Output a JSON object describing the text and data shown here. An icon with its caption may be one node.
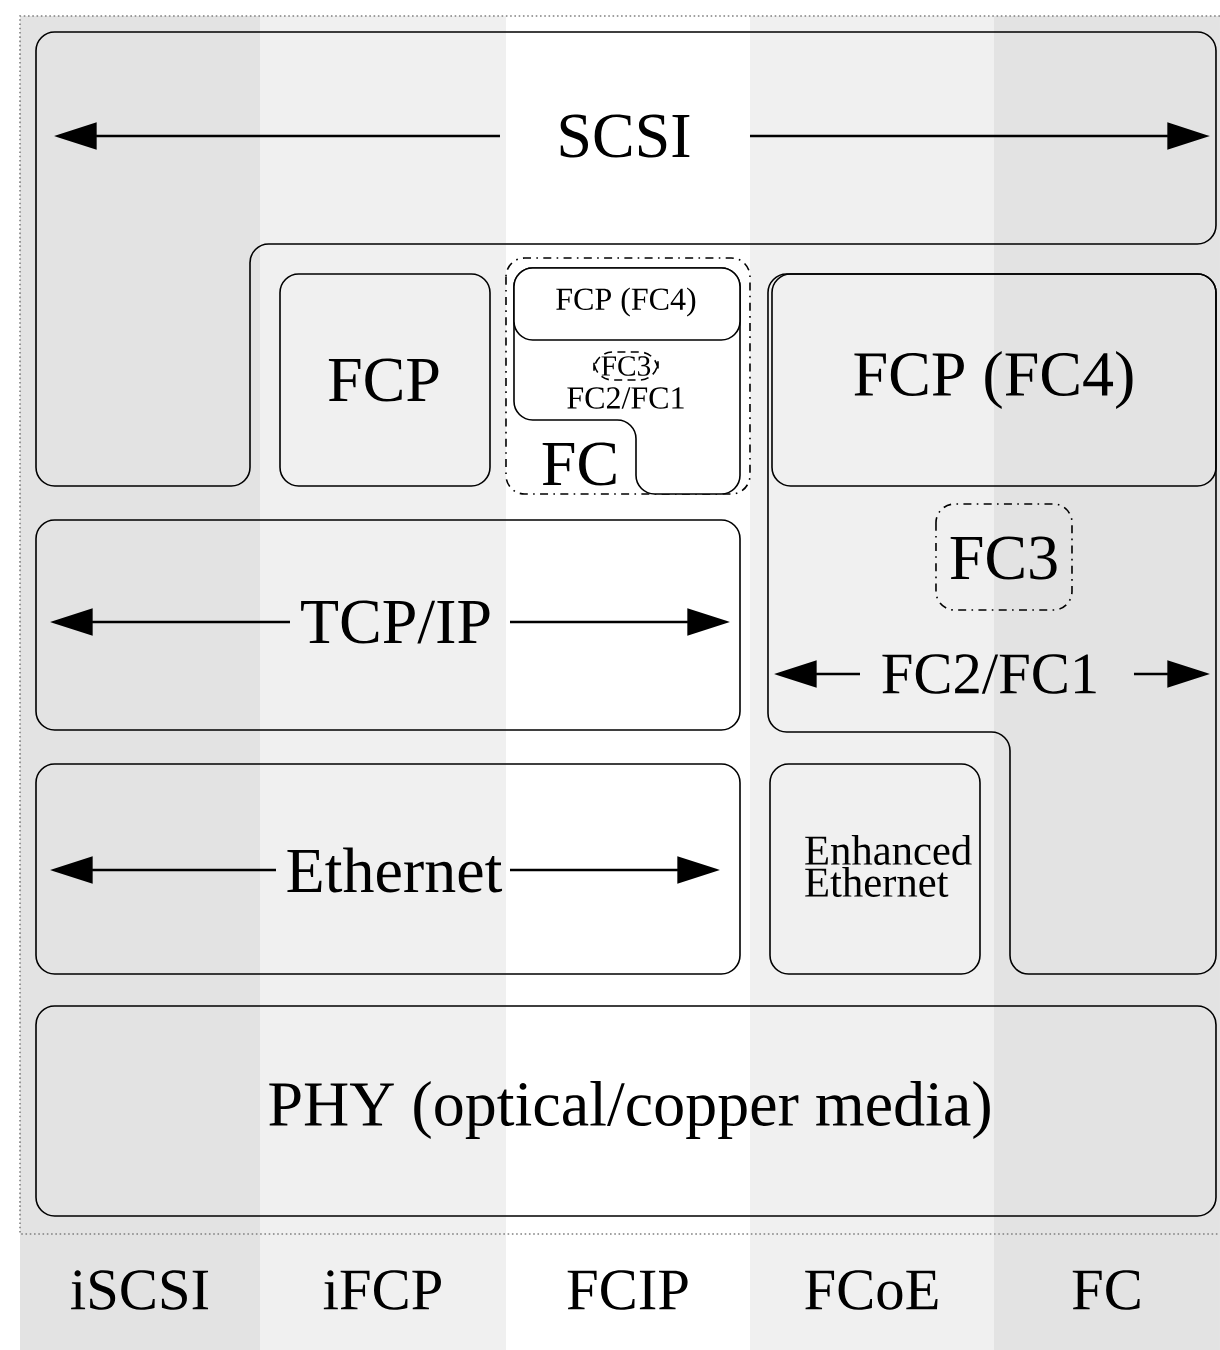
{
  "diagram": {
    "nodes": [
      {
        "text": [
          "SCSI"
        ]
      },
      {
        "text": [
          "FCP"
        ]
      },
      {
        "text": [
          "FC"
        ]
      },
      {
        "text": [
          "FC2/FC1"
        ],
        "in": 2
      },
      {
        "text": [
          "FCP (FC4)"
        ],
        "in": 3
      },
      {
        "text": [
          "FC3"
        ],
        "in": 3
      },
      {
        "text": [
          "FC2/FC1"
        ]
      },
      {
        "text": [
          "FCP (FC4)"
        ],
        "in": 6
      },
      {
        "text": [
          "FC3"
        ],
        "in": 6
      },
      {
        "text": [
          "TCP/IP"
        ]
      },
      {
        "text": [
          "Ethernet"
        ]
      },
      {
        "text": [
          "Enhanced Ethernet"
        ]
      },
      {
        "text": [
          "PHY (optical/copper media)"
        ]
      }
    ],
    "labels": [
      "iSCSI",
      "iFCP",
      "FCIP",
      "FCoE",
      "FC"
    ]
  }
}
